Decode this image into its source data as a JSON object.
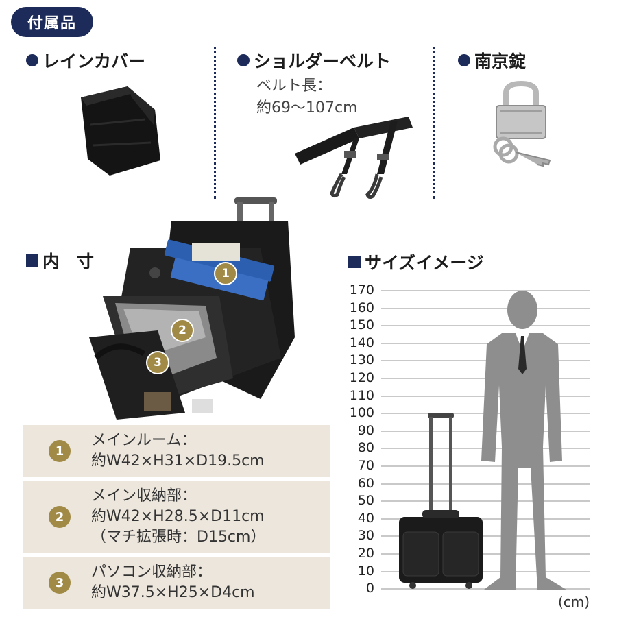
{
  "header": {
    "badge": "付属品"
  },
  "accessories": [
    {
      "title": "レインカバー",
      "note": []
    },
    {
      "title": "ショルダーベルト",
      "note": [
        "ベルト長：",
        "約69〜107cm"
      ]
    },
    {
      "title": "南京錠",
      "note": []
    }
  ],
  "interior": {
    "title": "内　寸"
  },
  "specs": [
    {
      "num": "1",
      "lines": [
        "メインルーム：",
        "約W42×H31×D19.5cm"
      ]
    },
    {
      "num": "2",
      "lines": [
        "メイン収納部：",
        "約W42×H28.5×D11cm",
        "（マチ拡張時：D15cm）"
      ]
    },
    {
      "num": "3",
      "lines": [
        "パソコン収納部：",
        "約W37.5×H25×D4cm"
      ]
    }
  ],
  "size_image": {
    "title": "サイズイメージ",
    "ticks": [
      "170",
      "160",
      "150",
      "140",
      "130",
      "120",
      "110",
      "100",
      "90",
      "80",
      "70",
      "60",
      "50",
      "40",
      "30",
      "20",
      "10",
      "0"
    ],
    "unit": "(cm)"
  },
  "colors": {
    "navy": "#1c2b5a",
    "gold": "#a08a45",
    "beige": "#ece6dc"
  }
}
